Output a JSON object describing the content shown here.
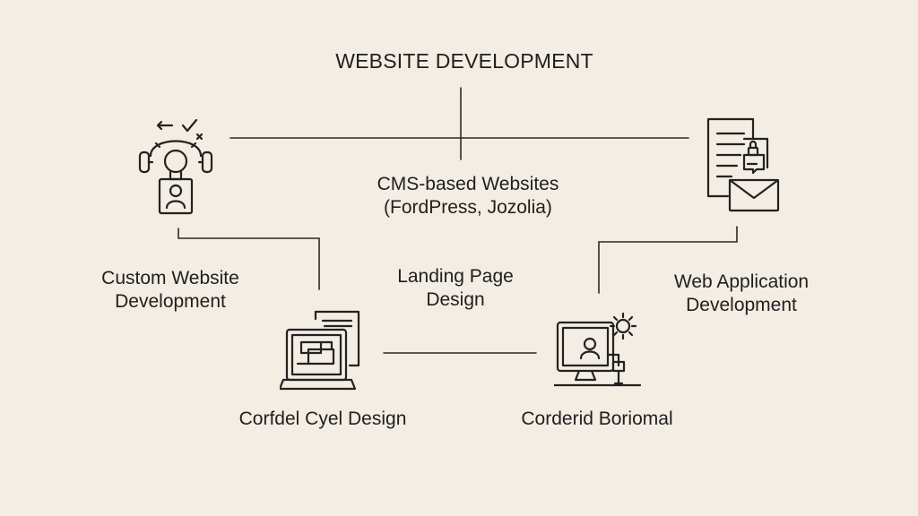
{
  "title": "WEBSITE DEVELOPMENT",
  "nodes": {
    "cms": {
      "line1": "CMS-based Websites",
      "line2": "(FordPress, Jozolia)"
    },
    "custom": {
      "line1": "Custom Website",
      "line2": "Development"
    },
    "landing": {
      "line1": "Landing Page",
      "line2": "Design"
    },
    "webapp": {
      "line1": "Web Application",
      "line2": "Development"
    },
    "corfdel": {
      "line1": "Corfdel Cyel Design"
    },
    "corderid": {
      "line1": "Corderid Boriomal"
    }
  },
  "icons": {
    "custom": "robot-headset-icon",
    "webapp": "document-lock-mail-icon",
    "corfdel": "laptop-wireframe-icon",
    "corderid": "monitor-user-gear-icon"
  },
  "colors": {
    "background": "#f3ede3",
    "ink": "#1f1f1f"
  }
}
